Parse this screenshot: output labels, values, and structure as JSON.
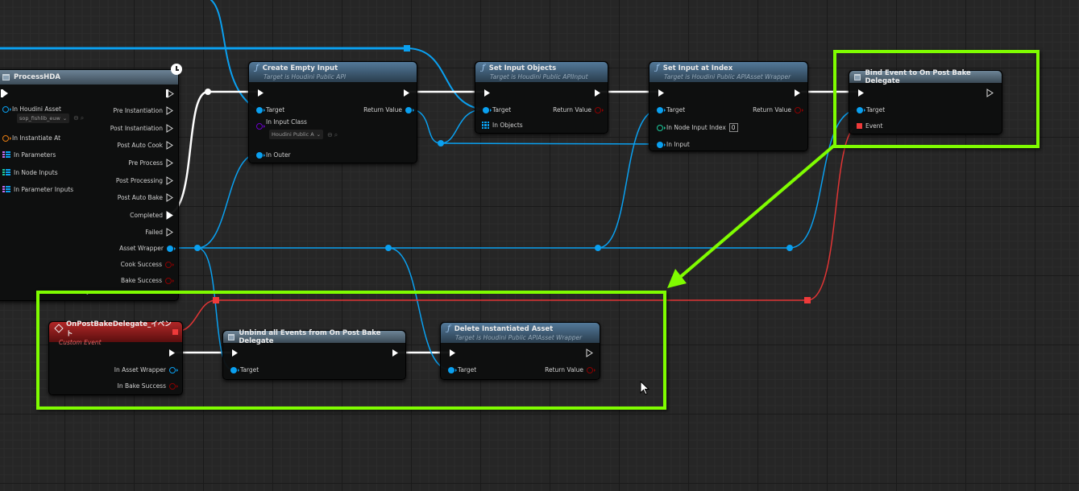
{
  "colors": {
    "exec_wire": "#ffffff",
    "object_wire": "#0aa0f0",
    "delegate_wire": "#e03535",
    "highlight": "#7ffc00",
    "canvas_bg": "#262626"
  },
  "nodes": {
    "process_hda": {
      "title": "ProcessHDA",
      "icon": "latent-clock-icon",
      "inputs": {
        "houdini_asset": "In Houdini Asset",
        "houdini_asset_value": "sop_fishlib_euw",
        "instantiate_at": "In Instantiate At",
        "parameters": "In Parameters",
        "node_inputs": "In Node Inputs",
        "parameter_inputs": "In Parameter Inputs"
      },
      "outputs": {
        "pre_instantiation": "Pre Instantiation",
        "post_instantiation": "Post Instantiation",
        "post_auto_cook": "Post Auto Cook",
        "pre_process": "Pre Process",
        "post_processing": "Post Processing",
        "post_auto_bake": "Post Auto Bake",
        "completed": "Completed",
        "failed": "Failed",
        "asset_wrapper": "Asset Wrapper",
        "cook_success": "Cook Success",
        "bake_success": "Bake Success"
      }
    },
    "create_empty_input": {
      "title": "Create Empty Input",
      "subtitle": "Target is Houdini Public API",
      "target": "Target",
      "in_input_class": "In Input Class",
      "in_input_class_value": "Houdini Public A",
      "in_outer": "In Outer",
      "return_value": "Return Value"
    },
    "set_input_objects": {
      "title": "Set Input Objects",
      "subtitle": "Target is Houdini Public APIInput",
      "target": "Target",
      "in_objects": "In Objects",
      "return_value": "Return Value"
    },
    "set_input_at_index": {
      "title": "Set Input at Index",
      "subtitle": "Target is Houdini Public APIAsset Wrapper",
      "target": "Target",
      "in_node_input_index": "In Node Input Index",
      "in_node_input_index_value": "0",
      "in_input": "In Input",
      "return_value": "Return Value"
    },
    "bind_event": {
      "title": "Bind Event to On Post Bake Delegate",
      "target": "Target",
      "event": "Event"
    },
    "custom_event": {
      "title": "OnPostBakeDelegate_イベント",
      "subtitle": "Custom Event",
      "in_asset_wrapper": "In Asset Wrapper",
      "in_bake_success": "In Bake Success"
    },
    "unbind_all": {
      "title": "Unbind all Events from On Post Bake Delegate",
      "target": "Target"
    },
    "delete_instantiated": {
      "title": "Delete Instantiated Asset",
      "subtitle": "Target is Houdini Public APIAsset Wrapper",
      "target": "Target",
      "return_value": "Return Value"
    }
  }
}
